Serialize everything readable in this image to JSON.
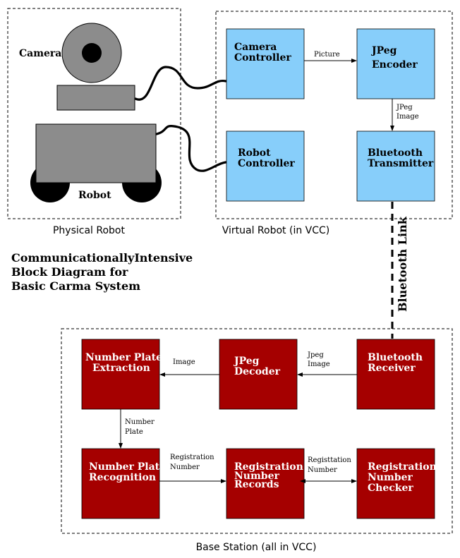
{
  "regions": {
    "physical": "Physical Robot",
    "virtual": "Virtual Robot (in VCC)",
    "base": "Base Station (all in VCC)"
  },
  "physical_robot": {
    "camera_label": "Camera",
    "robot_label": "Robot"
  },
  "blocks": {
    "camera_controller": [
      "Camera",
      "Controller"
    ],
    "jpeg_encoder": [
      "JPeg",
      "Encoder"
    ],
    "robot_controller": [
      "Robot",
      "Controller"
    ],
    "bluetooth_transmitter": [
      "Bluetooth",
      "Transmitter"
    ],
    "number_plate_extraction": [
      "Number Plate",
      "Extraction"
    ],
    "jpeg_decoder": [
      "JPeg",
      "Decoder"
    ],
    "bluetooth_receiver": [
      "Bluetooth",
      "Receiver"
    ],
    "number_plate_recognition": [
      "Number Plate",
      "Recognition"
    ],
    "registration_number_records": [
      "Registration",
      "Number",
      "Records"
    ],
    "registration_number_checker": [
      "Registration",
      "Number",
      "Checker"
    ]
  },
  "edge_labels": {
    "picture": "Picture",
    "jpeg_image_1": [
      "JPeg",
      "Image"
    ],
    "bluetooth_link": "Bluetooth Link",
    "jpeg_image_2": [
      "Jpeg",
      "Image"
    ],
    "image": "Image",
    "number_plate": [
      "Number",
      "Plate"
    ],
    "reg_number_1": [
      "Registration",
      "Number"
    ],
    "reg_number_2": [
      "Registtation",
      "Number"
    ]
  },
  "title": [
    "CommunicationallyIntensive",
    "Block Diagram for",
    "Basic Carma System"
  ],
  "colors": {
    "virtual_block": "#87CEFA",
    "base_block": "#A50000",
    "robot_body": "#8c8c8c"
  }
}
